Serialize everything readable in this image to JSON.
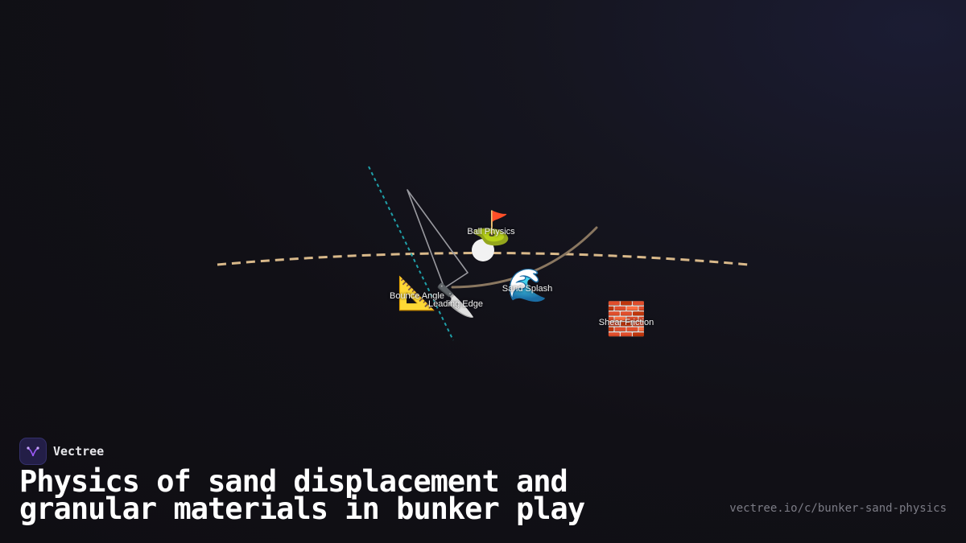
{
  "brand": {
    "name": "Vectree",
    "logo_icon": "vectree-logo-icon",
    "logo_color": "#9b59f5"
  },
  "title": "Physics of sand displacement and granular materials in bunker play",
  "url": "vectree.io/c/bunker-sand-physics",
  "diagram": {
    "nodes": [
      {
        "id": "ball-physics",
        "emoji": "⛳",
        "label": "Ball Physics",
        "icon": "golf-flag-icon"
      },
      {
        "id": "bounce-angle",
        "emoji": "📐",
        "label": "Bounce Angle",
        "icon": "triangular-ruler-icon"
      },
      {
        "id": "leading-edge",
        "emoji": "🔪",
        "label": "Leading Edge",
        "icon": "knife-icon"
      },
      {
        "id": "sand-splash",
        "emoji": "🌊",
        "label": "Sand Splash",
        "icon": "wave-icon"
      },
      {
        "id": "shear-friction",
        "emoji": "🧱",
        "label": "Shear Friction",
        "icon": "brick-icon"
      }
    ],
    "colors": {
      "sand_surface": "#d9b98a",
      "swing_arc": "#8a7760",
      "club_outline": "#9a9aa0",
      "trajectory": "#1f9fa8",
      "ball": "#f2f2f2"
    }
  }
}
